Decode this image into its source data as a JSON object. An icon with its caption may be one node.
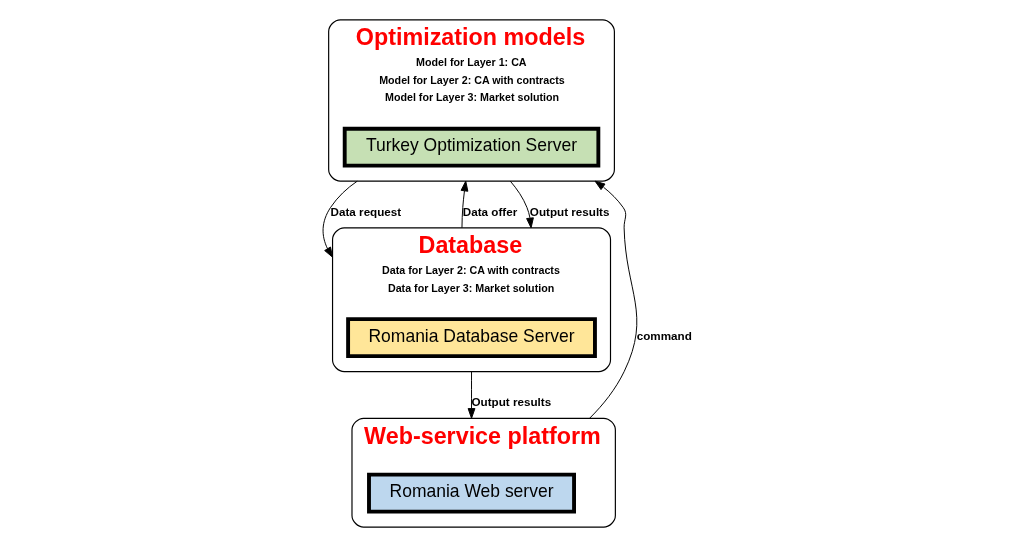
{
  "diagram": {
    "nodes": [
      {
        "text": [
          "Optimization models",
          "Model for Layer 1: CA",
          "Model for Layer 2: CA with contracts",
          "Model for Layer 3: Market solution"
        ]
      },
      {
        "text": [
          "Turkey Optimization Server"
        ],
        "in": 0
      },
      {
        "text": [
          "Database",
          "Data for Layer 2: CA with contracts",
          "Data for Layer 3: Market solution"
        ]
      },
      {
        "text": [
          "Romania Database Server"
        ],
        "in": 2
      },
      {
        "text": [
          "Web-service platform"
        ]
      },
      {
        "text": [
          "Romania Web server"
        ],
        "in": 4
      }
    ],
    "edges": [
      {
        "from": 0,
        "to": 2,
        "arrow": "to",
        "label": "Data request"
      },
      {
        "from": 2,
        "to": 0,
        "arrow": "to",
        "label": "Data offer"
      },
      {
        "from": 0,
        "to": 2,
        "arrow": "to",
        "label": "Output results"
      },
      {
        "from": 4,
        "to": 0,
        "arrow": "to",
        "label": "command"
      },
      {
        "from": 2,
        "to": 4,
        "arrow": "to",
        "label": "Output results"
      }
    ]
  }
}
